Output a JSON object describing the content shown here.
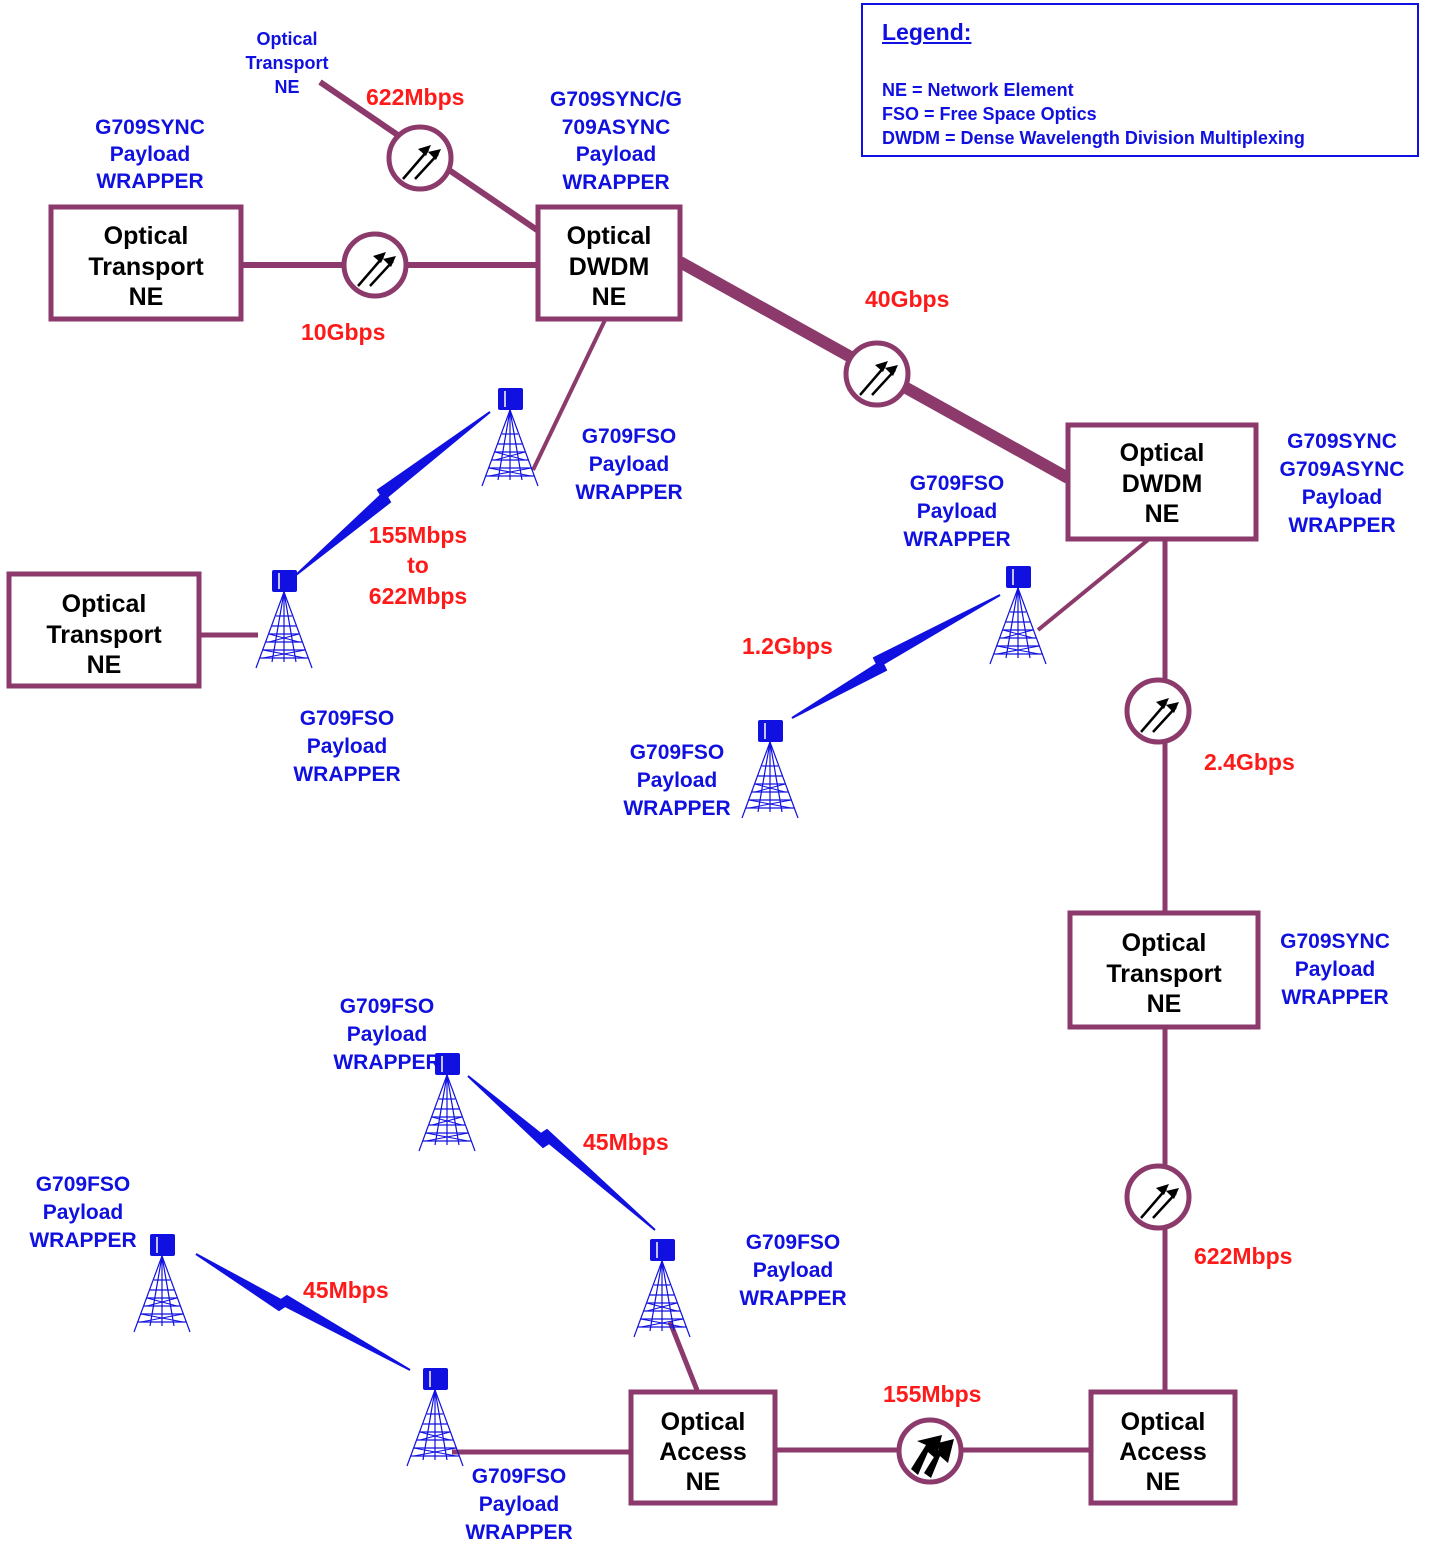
{
  "legend": {
    "title": "Legend:",
    "entries": [
      "NE = Network Element",
      "FSO = Free Space Optics",
      "DWDM = Dense Wavelength Division Multiplexing"
    ]
  },
  "nodes": {
    "transport_left": [
      "Optical",
      "Transport",
      "NE"
    ],
    "dwdm_top": [
      "Optical",
      "DWDM",
      "NE"
    ],
    "transport_mid_left": [
      "Optical",
      "Transport",
      "NE"
    ],
    "dwdm_right": [
      "Optical",
      "DWDM",
      "NE"
    ],
    "transport_right": [
      "Optical",
      "Transport",
      "NE"
    ],
    "access_left": [
      "Optical",
      "Access",
      "NE"
    ],
    "access_right": [
      "Optical",
      "Access",
      "NE"
    ],
    "transport_top_small": [
      "Optical",
      "Transport",
      "NE"
    ]
  },
  "wrappers": {
    "sync_top_left": [
      "G709SYNC",
      "Payload",
      "WRAPPER"
    ],
    "sync_async_top": [
      "G709SYNC/G",
      "709ASYNC",
      "Payload",
      "WRAPPER"
    ],
    "fso_top_mid": [
      "G709FSO",
      "Payload",
      "WRAPPER"
    ],
    "fso_left_mid": [
      "G709FSO",
      "Payload",
      "WRAPPER"
    ],
    "sync_async_right": [
      "G709SYNC",
      "G709ASYNC",
      "Payload",
      "WRAPPER"
    ],
    "fso_right_upper": [
      "G709FSO",
      "Payload",
      "WRAPPER"
    ],
    "fso_right_lower": [
      "G709FSO",
      "Payload",
      "WRAPPER"
    ],
    "sync_right": [
      "G709SYNC",
      "Payload",
      "WRAPPER"
    ],
    "fso_bottom_upper": [
      "G709FSO",
      "Payload",
      "WRAPPER"
    ],
    "fso_bottom_far_left": [
      "G709FSO",
      "Payload",
      "WRAPPER"
    ],
    "fso_bottom_mid": [
      "G709FSO",
      "Payload",
      "WRAPPER"
    ],
    "fso_bottom_access": [
      "G709FSO",
      "Payload",
      "WRAPPER"
    ]
  },
  "rates": {
    "r622_top": "622Mbps",
    "r10g": "10Gbps",
    "r40g": "40Gbps",
    "r155_622": [
      "155Mbps",
      "to",
      "622Mbps"
    ],
    "r1_2g": "1.2Gbps",
    "r2_4g": "2.4Gbps",
    "r622_right": "622Mbps",
    "r45_upper": "45Mbps",
    "r45_lower": "45Mbps",
    "r155": "155Mbps"
  },
  "colors": {
    "link": "#8b3a6b",
    "wrapper_text": "#1010e0",
    "rate_text": "#ff1a1a",
    "node_border": "#8b3a6b",
    "fso_tower": "#1010e0"
  },
  "icons": {
    "amplifier": "amplifier-icon",
    "fso_tower": "fso-tower-icon"
  }
}
